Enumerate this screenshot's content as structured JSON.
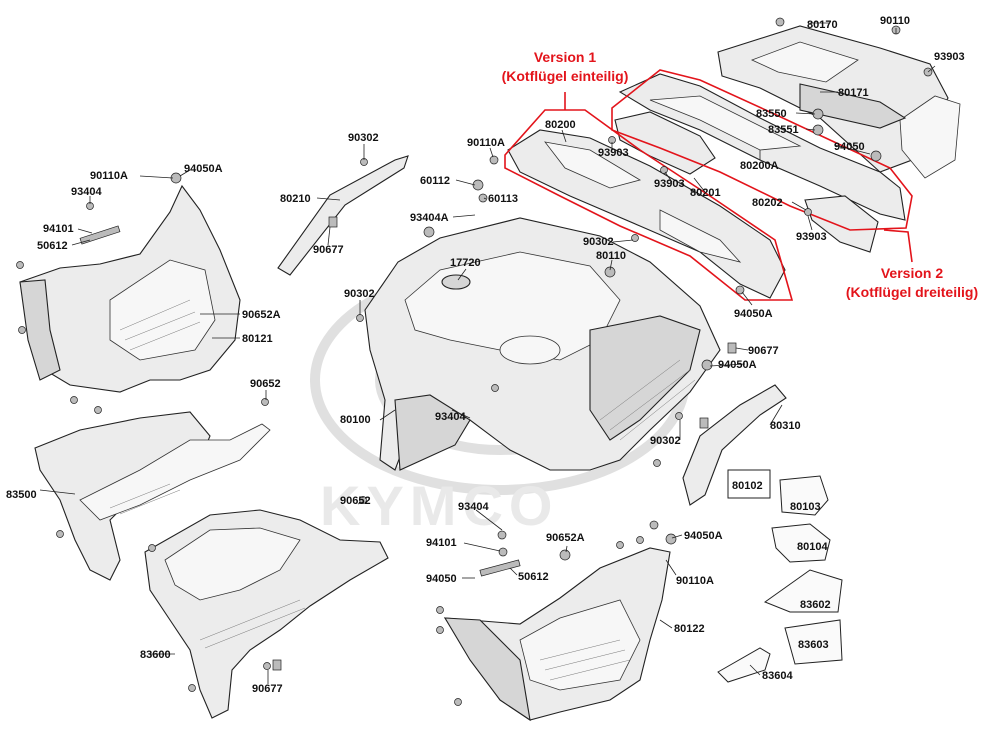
{
  "diagram": {
    "watermark": "KYMCO",
    "version1": {
      "line1": "Version 1",
      "line2": "(Kotflügel einteilig)"
    },
    "version2": {
      "line1": "Version 2",
      "line2": "(Kotflügel dreiteilig)"
    },
    "labels": {
      "p80170": "80170",
      "p90110": "90110",
      "p93903a": "93903",
      "p80171": "80171",
      "p83550": "83550",
      "p83551": "83551",
      "p94050": "94050",
      "p80200A": "80200A",
      "p80202": "80202",
      "p93903b": "93903",
      "p80201": "80201",
      "p93903c": "93903",
      "p93903d": "93903",
      "p80200": "80200",
      "p90110A": "90110A",
      "p90302a": "90302",
      "p80210": "80210",
      "p90677a": "90677",
      "p60112": "60112",
      "p60113": "60113",
      "p93404A": "93404A",
      "p90302b": "90302",
      "p80110": "80110",
      "p17720": "17720",
      "p90302c": "90302",
      "p80100": "80100",
      "p93404a": "93404",
      "p94050Aa": "94050A",
      "p90677b": "90677",
      "p94050Ab": "94050A",
      "p90302d": "90302",
      "p80310": "80310",
      "p90110Ab": "90110A",
      "p94050Ac": "94050A",
      "p93404b": "93404",
      "p94101a": "94101",
      "p50612a": "50612",
      "p90652A": "90652A",
      "p80121": "80121",
      "p90652": "90652",
      "p83500": "83500",
      "p90652b": "90652",
      "p83600": "83600",
      "p90677c": "90677",
      "p93404c": "93404",
      "p94101b": "94101",
      "p94050b": "94050",
      "p50612b": "50612",
      "p90652Ab": "90652A",
      "p94050Ad": "94050A",
      "p90110Ac": "90110A",
      "p80122": "80122",
      "p80102": "80102",
      "p80103": "80103",
      "p80104": "80104",
      "p83602": "83602",
      "p83603": "83603",
      "p83604": "83604"
    }
  }
}
